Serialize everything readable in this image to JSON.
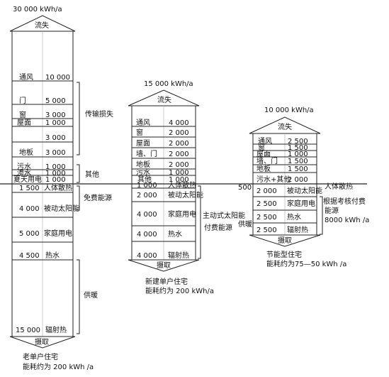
{
  "houses": [
    {
      "id": "old",
      "total_energy": "30 000 kWh/a",
      "roof_label": "流失",
      "base_label": "摄取",
      "caption_line1": "老单户住宅",
      "caption_line2": "能耗约为 200 kWh /a",
      "loss_rows": [
        {
          "label": "通风",
          "value": "10 000"
        },
        {
          "label": "门",
          "value": "5 000"
        },
        {
          "label": "窗",
          "value": "3 000"
        },
        {
          "label": "屋面",
          "value": "1 000"
        },
        {
          "label": "",
          "value": "3 000"
        },
        {
          "label": "地板",
          "value": "3 000"
        },
        {
          "label": "污水",
          "value": "1 000"
        },
        {
          "label": "渗水",
          "value": "1 000"
        },
        {
          "label": "夏天用电",
          "value": "1 000"
        }
      ],
      "gain_rows": [
        {
          "label": "人体散热",
          "value": "1 500"
        },
        {
          "label": "被动太阳能",
          "value": "4 000"
        },
        {
          "label": "家庭用电",
          "value": "5 000"
        },
        {
          "label": "热水",
          "value": "4 500"
        },
        {
          "label": "辐射热",
          "value": "15 000"
        }
      ]
    },
    {
      "id": "new",
      "total_energy": "15 000 kWh/a",
      "roof_label": "流失",
      "base_label": "摄取",
      "caption_line1": "新建单户住宅",
      "caption_line2": "能耗约为 200 kWh/a",
      "loss_rows": [
        {
          "label": "通风",
          "value": "4 000"
        },
        {
          "label": "窗",
          "value": "2 000"
        },
        {
          "label": "屋面",
          "value": "2 000"
        },
        {
          "label": "墙、门",
          "value": "2 000"
        },
        {
          "label": "地板",
          "value": "2 000"
        },
        {
          "label": "污水",
          "value": "1 000"
        },
        {
          "label": "其他",
          "value": "1 000"
        }
      ],
      "gain_rows": [
        {
          "label": "人体散热",
          "value": "1 000"
        },
        {
          "label": "被动太阳能",
          "value": "2 000"
        },
        {
          "label": "家庭用电",
          "value": "4 000"
        },
        {
          "label": "热水",
          "value": "4 000"
        },
        {
          "label": "辐射热",
          "value": "4 000"
        }
      ]
    },
    {
      "id": "efficient",
      "total_energy": "10 000 kWh/a",
      "roof_label": "流失",
      "base_label": "摄取",
      "caption_line1": "节能型住宅",
      "caption_line2": "能耗约为75—50 kWh /a",
      "loss_rows": [
        {
          "label": "通风",
          "value": "2 500"
        },
        {
          "label": "窗",
          "value": "1 500"
        },
        {
          "label": "屋面",
          "value": "1 000"
        },
        {
          "label": "墙、门",
          "value": "1 500"
        },
        {
          "label": "地板",
          "value": "1 500"
        },
        {
          "label": "污水+其他",
          "value": "2 000"
        }
      ],
      "gain_rows": [
        {
          "label": "",
          "value": "500"
        },
        {
          "label": "被动太阳能",
          "value": "2 000"
        },
        {
          "label": "家庭用电",
          "value": "2 500"
        },
        {
          "label": "热水",
          "value": "2 500"
        },
        {
          "label": "辐射热",
          "value": "2 500"
        }
      ],
      "extra_right_label": "人体散热"
    }
  ],
  "bracket_labels": {
    "transmission_loss": "传输损失",
    "other": "其他",
    "free_energy": "免费能源",
    "heating": "供暖",
    "active_solar_1": "主动式太阳能",
    "active_solar_2": "供暖",
    "paid_energy": "付费能源",
    "assessment_1": "根据考核付费",
    "assessment_2": "能源",
    "assessment_3": "8000 kWh /a"
  }
}
